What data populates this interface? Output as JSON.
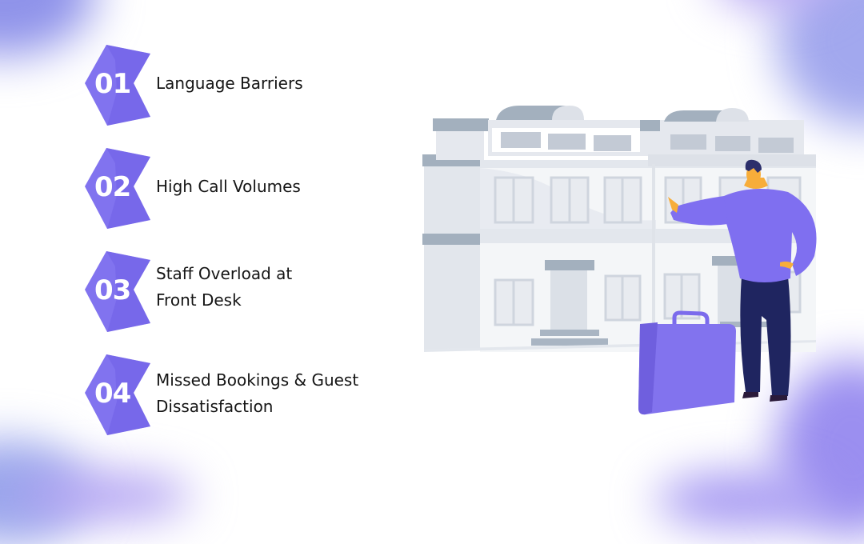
{
  "colors": {
    "badge_light": "#8173ef",
    "badge_dark": "#6f5fe6",
    "text": "#151515",
    "building_light": "#e8ebf0",
    "building_mid": "#d6dbe3",
    "building_dark": "#a3b0be",
    "shirt": "#7f6ff0",
    "pants": "#1f2560",
    "skin": "#f7ad3a",
    "hair": "#2c2f6b",
    "suitcase": "#8273ee"
  },
  "items": [
    {
      "number": "01",
      "label": "Language Barriers"
    },
    {
      "number": "02",
      "label": "High Call Volumes"
    },
    {
      "number": "03",
      "label": "Staff Overload at\nFront Desk"
    },
    {
      "number": "04",
      "label": "Missed Bookings & Guest\nDissatisfaction"
    }
  ],
  "illustration": {
    "subject": "hotel-building-with-traveler",
    "elements": [
      "building-icon",
      "person-icon",
      "suitcase-icon"
    ]
  }
}
